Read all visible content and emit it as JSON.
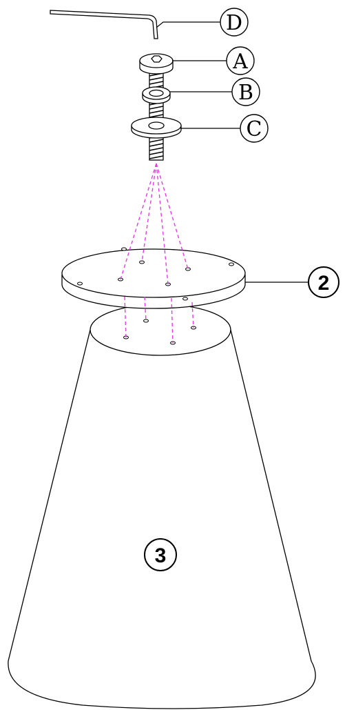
{
  "hardware_labels": {
    "allen_key": "D",
    "bolt": "A",
    "lock_washer": "B",
    "flat_washer": "C"
  },
  "part_labels": {
    "top_plate": "2",
    "cone_base": "3"
  },
  "colors": {
    "line": "#000000",
    "guide_lines": "#e23ce6",
    "background": "#ffffff"
  }
}
